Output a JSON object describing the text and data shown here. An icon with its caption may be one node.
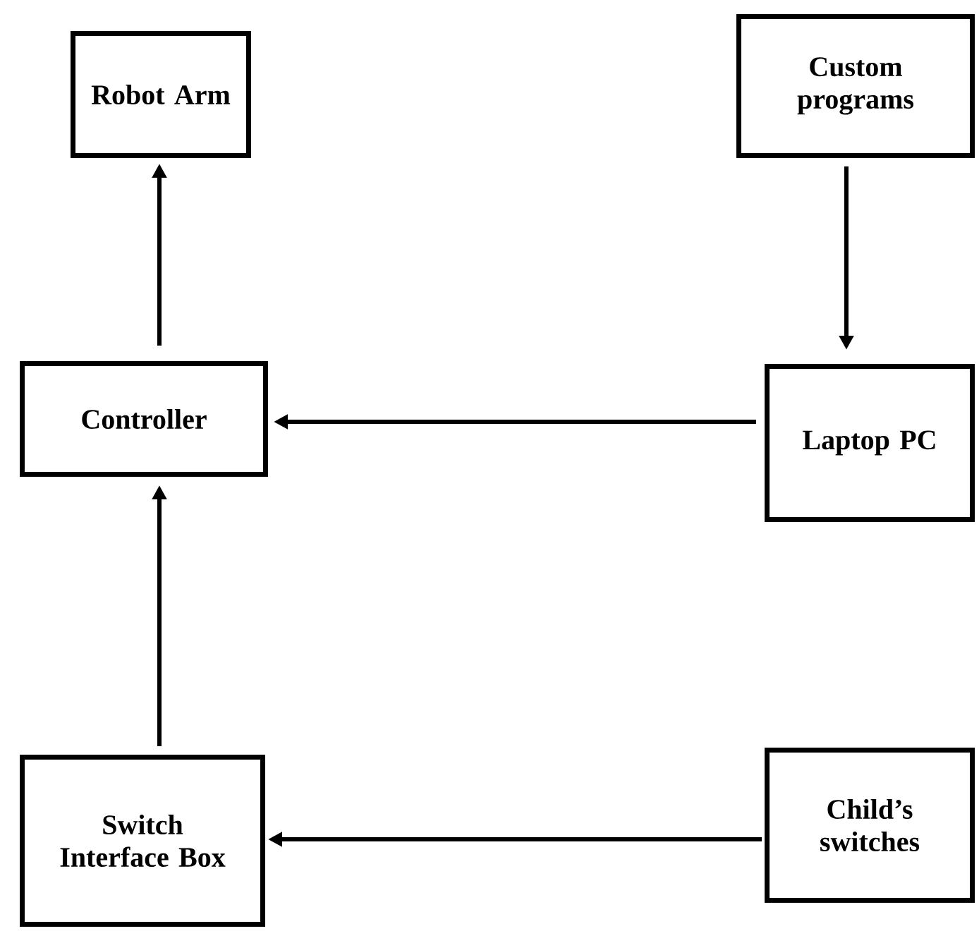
{
  "diagram": {
    "nodes": [
      {
        "text": [
          "Robot Arm"
        ]
      },
      {
        "text": [
          "Custom programs"
        ]
      },
      {
        "text": [
          "Controller"
        ]
      },
      {
        "text": [
          "Laptop PC"
        ]
      },
      {
        "text": [
          "Switch Interface Box"
        ]
      },
      {
        "text": [
          "Child’s switches"
        ]
      }
    ],
    "edges": [
      {
        "from": 2,
        "to": 0,
        "arrow": "to"
      },
      {
        "from": 1,
        "to": 3,
        "arrow": "to"
      },
      {
        "from": 3,
        "to": 2,
        "arrow": "to"
      },
      {
        "from": 4,
        "to": 2,
        "arrow": "to"
      },
      {
        "from": 5,
        "to": 4,
        "arrow": "to"
      }
    ]
  }
}
